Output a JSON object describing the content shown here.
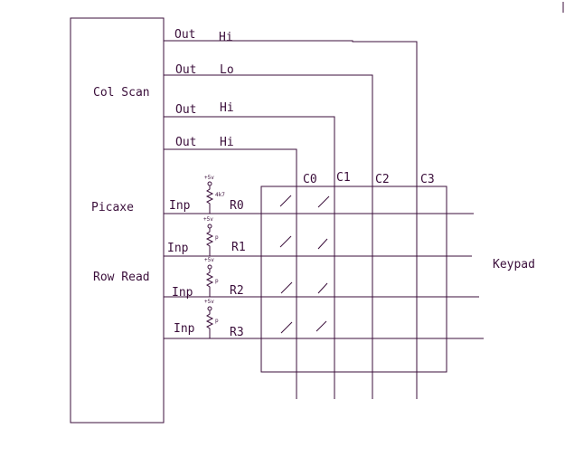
{
  "picaxe": {
    "col_scan": "Col Scan",
    "name": "Picaxe",
    "row_read": "Row Read"
  },
  "outputs": [
    {
      "dir": "Out",
      "level": "Hi"
    },
    {
      "dir": "Out",
      "level": "Lo"
    },
    {
      "dir": "Out",
      "level": "Hi"
    },
    {
      "dir": "Out",
      "level": "Hi"
    }
  ],
  "inputs": [
    {
      "dir": "Inp",
      "row": "R0",
      "supply": "+5v",
      "resistor": "4k7"
    },
    {
      "dir": "Inp",
      "row": "R1",
      "supply": "+5v",
      "resistor": "p"
    },
    {
      "dir": "Inp",
      "row": "R2",
      "supply": "+5v",
      "resistor": "p"
    },
    {
      "dir": "Inp",
      "row": "R3",
      "supply": "+5v",
      "resistor": "p"
    }
  ],
  "columns": [
    "C0",
    "C1",
    "C2",
    "C3"
  ],
  "keypad_label": "Keypad",
  "colors": {
    "ink": "#3b0f3b",
    "background": "#ffffff"
  }
}
